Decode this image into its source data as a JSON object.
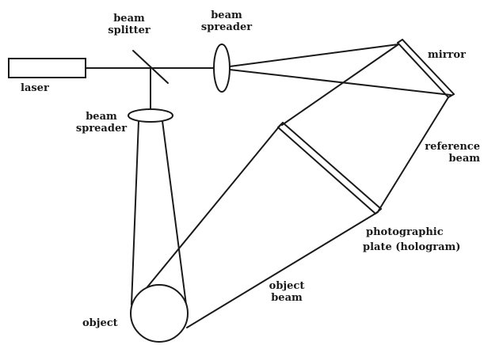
{
  "labels": {
    "laser": "laser",
    "beam_splitter_1": "beam",
    "beam_splitter_2": "splitter",
    "beam_spreader_top_1": "beam",
    "beam_spreader_top_2": "spreader",
    "beam_spreader_left_1": "beam",
    "beam_spreader_left_2": "spreader",
    "mirror": "mirror",
    "reference_beam_1": "reference",
    "reference_beam_2": "beam",
    "photographic_plate_1": "photographic",
    "photographic_plate_2": "plate (hologram)",
    "object_beam_1": "object",
    "object_beam_2": "beam",
    "object": "object"
  },
  "colors": {
    "ink": "#1a1a1a",
    "background": "#ffffff"
  }
}
